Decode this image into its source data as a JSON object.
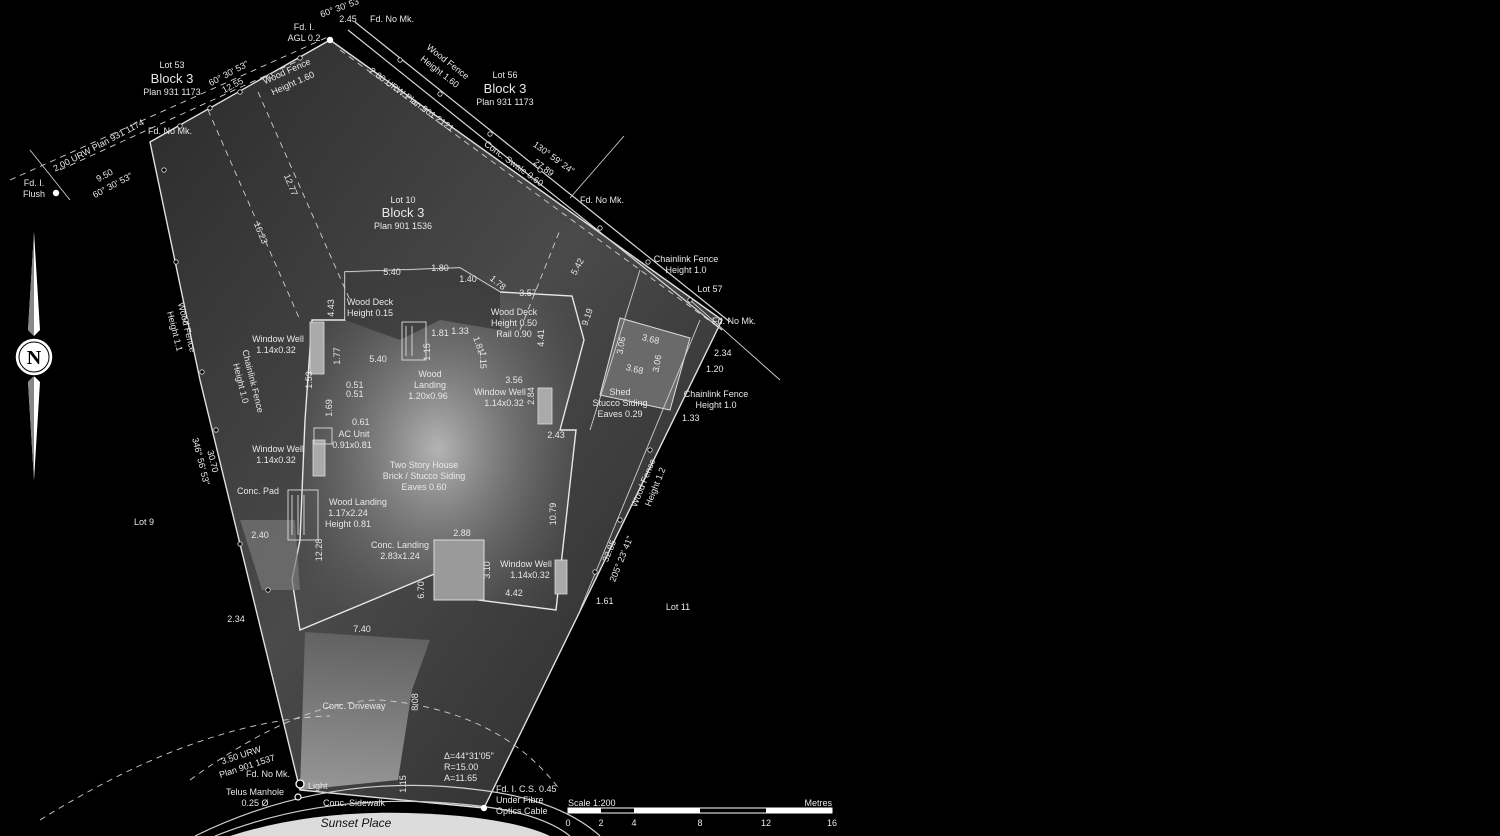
{
  "street": "Sunset Place",
  "north_letter": "N",
  "lots": {
    "lot53": {
      "lot": "Lot 53",
      "block": "Block 3",
      "plan": "Plan 931 1173"
    },
    "lot56": {
      "lot": "Lot 56",
      "block": "Block 3",
      "plan": "Plan 931 1173"
    },
    "lot10": {
      "lot": "Lot 10",
      "block": "Block 3",
      "plan": "Plan 901 1536"
    },
    "lot9": "Lot 9",
    "lot11": "Lot 11",
    "lot57": "Lot 57"
  },
  "monuments": {
    "fd_i_flush_1": "Fd. I.",
    "fd_i_flush_2": "Flush",
    "fd_i_agl_1": "Fd. I.",
    "fd_i_agl_2": "AGL 0.2",
    "fd_no_mk_top": "Fd. No Mk.",
    "fd_no_mk_left": "Fd. No Mk.",
    "fd_no_mk_mid": "Fd. No Mk.",
    "fd_no_mk_right": "Fd. No Mk.",
    "fd_no_mk_bottom": "Fd. No Mk.",
    "fd_ics_1": "Fd. I. C.S. 0.45",
    "fd_ics_2": "Under Fibre",
    "fd_ics_3": "Optics Cable",
    "telus_1": "Telus Manhole",
    "telus_2": "0.25 Ø",
    "light": "Light"
  },
  "bearings": {
    "top_bearing": "60° 30' 53\"",
    "top_dist": "2.45",
    "urw_left": "2.00 URW Plan 931 1174",
    "left_dist": "9.50",
    "left_bearing": "60° 30' 53\"",
    "north_bearing": "60° 30' 53\"",
    "north_dist": "12.55",
    "urw_right": "2.00 URW Plan 901 2121",
    "ne_bearing": "130° 59' 24\"",
    "ne_dist": "27.89",
    "w_bearing": "346° 56' 53\"",
    "w_dist": "30.70",
    "e_bearing": "205° 23' 41\"",
    "e_dist": "32.85",
    "urw_bottom_1": "3.50 URW",
    "urw_bottom_2": "Plan 901 1537",
    "curve_delta": "Δ=44°31'05\"",
    "curve_radius": "R=15.00",
    "curve_arc": "A=11.65"
  },
  "features": {
    "wood_fence_top_1": "Wood Fence",
    "wood_fence_top_2": "Height 1.60",
    "wood_fence_ne_1": "Wood Fence",
    "wood_fence_ne_2": "Height 1.60",
    "conc_swale": "Conc. Swale 0.60",
    "chainlink_ne_1": "Chainlink Fence",
    "chainlink_ne_2": "Height 1.0",
    "chainlink_e_1": "Chainlink Fence",
    "chainlink_e_2": "Height 1.0",
    "wood_fence_w_1": "Wood Fence",
    "wood_fence_w_2": "Height 1.1",
    "chainlink_w_1": "Chainlink Fence",
    "chainlink_w_2": "Height 1.0",
    "wood_fence_e_1": "Wood Fence",
    "wood_fence_e_2": "Height 1.2",
    "deck1_1": "Wood Deck",
    "deck1_2": "Height 0.15",
    "deck2_1": "Wood Deck",
    "deck2_2": "Height 0.50",
    "deck2_3": "Rail 0.90",
    "ww1_1": "Window Well",
    "ww1_2": "1.14x0.32",
    "ww2_1": "Window Well",
    "ww2_2": "1.14x0.32",
    "ww3_1": "Window Well",
    "ww3_2": "1.14x0.32",
    "ww4_1": "Window Well",
    "ww4_2": "1.14x0.32",
    "landing_1": "Wood",
    "landing_2": "Landing",
    "landing_3": "1.20x0.96",
    "ac_1": "AC Unit",
    "ac_2": "0.91x0.81",
    "house_1": "Two Story House",
    "house_2": "Brick / Stucco Siding",
    "house_3": "Eaves 0.60",
    "shed_1": "Shed",
    "shed_2": "Stucco Siding",
    "shed_3": "Eaves 0.29",
    "conc_pad": "Conc. Pad",
    "wl2_1": "Wood Landing",
    "wl2_2": "1.17x2.24",
    "wl2_3": "Height 0.81",
    "cl_1": "Conc. Landing",
    "cl_2": "2.83x1.24",
    "driveway": "Conc. Driveway",
    "sidewalk": "Conc. Sidewalk"
  },
  "dims": {
    "d1277": "12.77",
    "d1623": "16.23",
    "d540a": "5.40",
    "d180": "1.80",
    "d140": "1.40",
    "d178": "1.78",
    "d357": "3.57",
    "d542": "5.42",
    "d443": "4.43",
    "d540b": "5.40",
    "d181a": "1.81",
    "d133": "1.33",
    "d181b": "1.81",
    "d115a": "1.15",
    "d115b": "1.15",
    "d441": "4.41",
    "d919": "9.19",
    "d306a": "3.06",
    "d368a": "3.68",
    "d368b": "3.68",
    "d306b": "3.06",
    "d234a": "2.34",
    "d120": "1.20",
    "d177": "1.77",
    "d153": "1.53",
    "d051a": "0.51",
    "d051b": "0.51",
    "d169": "1.69",
    "d356": "3.56",
    "d284": "2.84",
    "d243": "2.43",
    "d133b": "1.33",
    "d061": "0.61",
    "d1079": "10.79",
    "d240": "2.40",
    "d1228": "12.28",
    "d288": "2.88",
    "d310": "3.10",
    "d670": "6.70",
    "d442": "4.42",
    "d161": "1.61",
    "d234b": "2.34",
    "d740": "7.40",
    "d808": "8.08",
    "d115c": "1.15"
  },
  "scale": {
    "title": "Scale 1:200",
    "units": "Metres",
    "ticks": [
      "0",
      "2",
      "4",
      "8",
      "12",
      "16"
    ]
  }
}
